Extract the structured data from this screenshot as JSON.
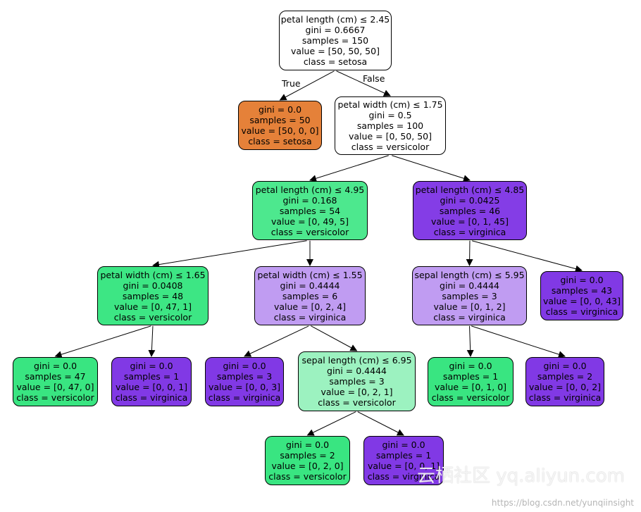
{
  "colors": {
    "white": "#ffffff",
    "setosa": "#e58139",
    "versicolor_pure": "#39e581",
    "versicolor_strong": "#3de684",
    "versicolor_mid": "#4de88e",
    "versicolor_light": "#9cf2c0",
    "virginica_pure": "#8139e5",
    "virginica_strong": "#8139e5",
    "virginica_light": "#c09cf2"
  },
  "edge_labels": {
    "true_label": "True",
    "false_label": "False"
  },
  "nodes": {
    "n0": {
      "lines": [
        "petal length (cm) ≤ 2.45",
        "gini = 0.6667",
        "samples = 150",
        "value = [50, 50, 50]",
        "class = setosa"
      ],
      "color": "#ffffff"
    },
    "n1": {
      "lines": [
        "gini = 0.0",
        "samples = 50",
        "value = [50, 0, 0]",
        "class = setosa"
      ],
      "color": "#e58139"
    },
    "n2": {
      "lines": [
        "petal width (cm) ≤ 1.75",
        "gini = 0.5",
        "samples = 100",
        "value = [0, 50, 50]",
        "class = versicolor"
      ],
      "color": "#ffffff"
    },
    "n3": {
      "lines": [
        "petal length (cm) ≤ 4.95",
        "gini = 0.168",
        "samples = 54",
        "value = [0, 49, 5]",
        "class = versicolor"
      ],
      "color": "#4de88e"
    },
    "n4": {
      "lines": [
        "petal length (cm) ≤ 4.85",
        "gini = 0.0425",
        "samples = 46",
        "value = [0, 1, 45]",
        "class = virginica"
      ],
      "color": "#843de6"
    },
    "n5": {
      "lines": [
        "petal width (cm) ≤ 1.65",
        "gini = 0.0408",
        "samples = 48",
        "value = [0, 47, 1]",
        "class = versicolor"
      ],
      "color": "#3de684"
    },
    "n6": {
      "lines": [
        "petal width (cm) ≤ 1.55",
        "gini = 0.4444",
        "samples = 6",
        "value = [0, 2, 4]",
        "class = virginica"
      ],
      "color": "#c09cf2"
    },
    "n7": {
      "lines": [
        "sepal length (cm) ≤ 5.95",
        "gini = 0.4444",
        "samples = 3",
        "value = [0, 1, 2]",
        "class = virginica"
      ],
      "color": "#c09cf2"
    },
    "n8": {
      "lines": [
        "gini = 0.0",
        "samples = 43",
        "value = [0, 0, 43]",
        "class = virginica"
      ],
      "color": "#8139e5"
    },
    "n9": {
      "lines": [
        "gini = 0.0",
        "samples = 47",
        "value = [0, 47, 0]",
        "class = versicolor"
      ],
      "color": "#39e581"
    },
    "n10": {
      "lines": [
        "gini = 0.0",
        "samples = 1",
        "value = [0, 0, 1]",
        "class = virginica"
      ],
      "color": "#8139e5"
    },
    "n11": {
      "lines": [
        "gini = 0.0",
        "samples = 3",
        "value = [0, 0, 3]",
        "class = virginica"
      ],
      "color": "#8139e5"
    },
    "n12": {
      "lines": [
        "sepal length (cm) ≤ 6.95",
        "gini = 0.4444",
        "samples = 3",
        "value = [0, 2, 1]",
        "class = versicolor"
      ],
      "color": "#9cf2c0"
    },
    "n13": {
      "lines": [
        "gini = 0.0",
        "samples = 1",
        "value = [0, 1, 0]",
        "class = versicolor"
      ],
      "color": "#39e581"
    },
    "n14": {
      "lines": [
        "gini = 0.0",
        "samples = 2",
        "value = [0, 0, 2]",
        "class = virginica"
      ],
      "color": "#8139e5"
    },
    "n15": {
      "lines": [
        "gini = 0.0",
        "samples = 2",
        "value = [0, 2, 0]",
        "class = versicolor"
      ],
      "color": "#39e581"
    },
    "n16": {
      "lines": [
        "gini = 0.0",
        "samples = 1",
        "value = [0, 0, 1]",
        "class = virginica"
      ],
      "color": "#8139e5"
    }
  },
  "edges": [
    [
      "n0",
      "n1"
    ],
    [
      "n0",
      "n2"
    ],
    [
      "n2",
      "n3"
    ],
    [
      "n2",
      "n4"
    ],
    [
      "n3",
      "n5"
    ],
    [
      "n3",
      "n6"
    ],
    [
      "n4",
      "n7"
    ],
    [
      "n4",
      "n8"
    ],
    [
      "n5",
      "n9"
    ],
    [
      "n5",
      "n10"
    ],
    [
      "n6",
      "n11"
    ],
    [
      "n6",
      "n12"
    ],
    [
      "n7",
      "n13"
    ],
    [
      "n7",
      "n14"
    ],
    [
      "n12",
      "n15"
    ],
    [
      "n12",
      "n16"
    ]
  ],
  "watermarks": {
    "overlay_text": "云栖社区 yq.aliyun.com",
    "source_url": "https://blog.csdn.net/yunqiinsight"
  }
}
